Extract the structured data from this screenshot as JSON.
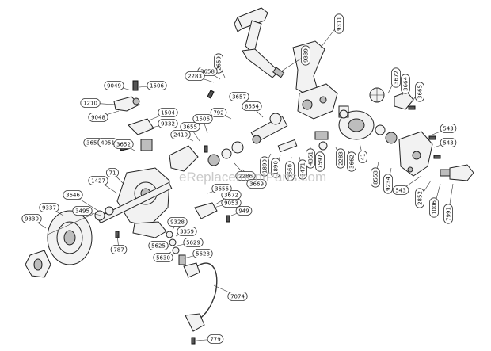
{
  "watermark": "eReplacementParts.com",
  "labels": [
    "9311",
    "9339",
    "2659",
    "3658",
    "2283",
    "3672",
    "3664",
    "3665",
    "9049",
    "1506",
    "1210",
    "9048",
    "1504",
    "9332",
    "3655",
    "1506",
    "792",
    "2410",
    "3657",
    "8554",
    "3651",
    "4051",
    "3652",
    "71",
    "1427",
    "3646",
    "3495",
    "9337",
    "9330",
    "787",
    "9328",
    "3359",
    "5629",
    "5625",
    "5630",
    "5628",
    "7074",
    "779",
    "9053",
    "949",
    "3672",
    "3656",
    "2286",
    "3669",
    "1890",
    "1890",
    "3660",
    "3471",
    "4351",
    "7597",
    "2283",
    "3662",
    "41",
    "8553",
    "9234",
    "543",
    "543",
    "543",
    "2852",
    "1006",
    "7991"
  ]
}
